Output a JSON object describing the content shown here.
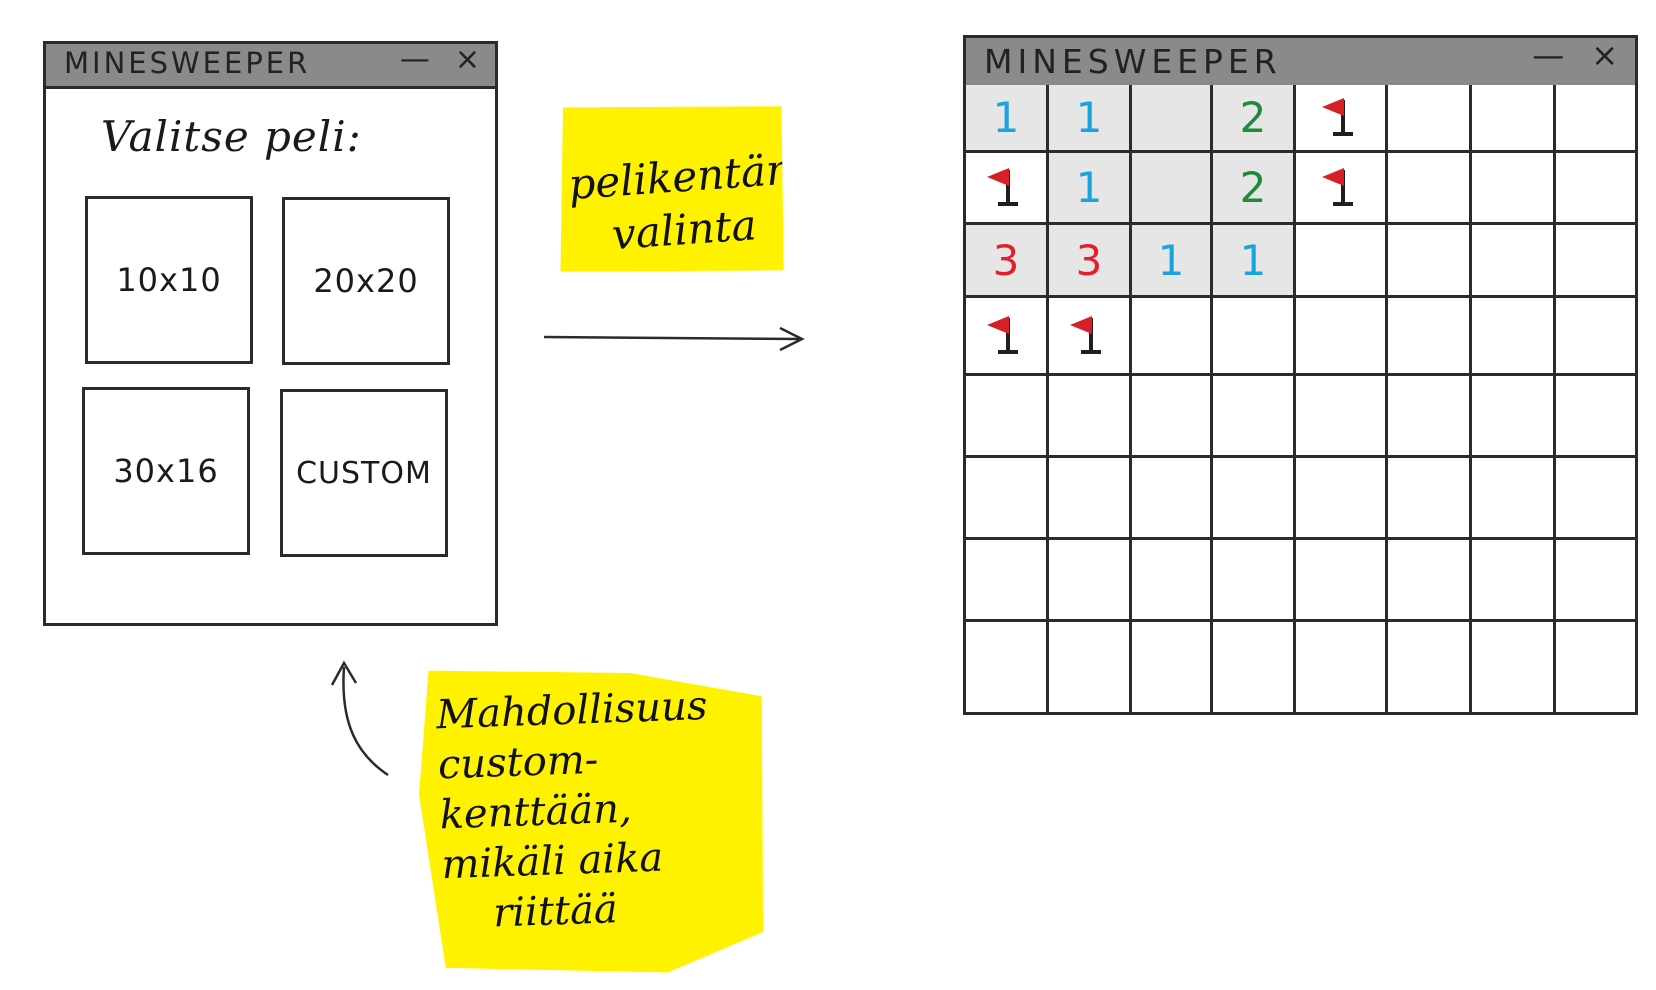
{
  "left_window": {
    "title": "MINESWEEPER",
    "minimize_glyph": "—",
    "close_glyph": "×",
    "prompt": "Valitse peli:",
    "choices": [
      "10x10",
      "20x20",
      "30x16",
      "CUSTOM"
    ]
  },
  "right_window": {
    "title": "MINESWEEPER",
    "minimize_glyph": "—",
    "close_glyph": "×",
    "board": {
      "rows": [
        [
          {
            "v": "1",
            "color": "#1aa3dd",
            "revealed": true
          },
          {
            "v": "1",
            "color": "#1aa3dd",
            "revealed": true
          },
          {
            "v": "",
            "revealed": true
          },
          {
            "v": "2",
            "color": "#1e8a3a",
            "revealed": true
          },
          {
            "flag": true
          },
          {},
          {},
          {}
        ],
        [
          {
            "flag": true
          },
          {
            "v": "1",
            "color": "#1aa3dd",
            "revealed": true
          },
          {
            "v": "",
            "revealed": true
          },
          {
            "v": "2",
            "color": "#1e8a3a",
            "revealed": true
          },
          {
            "flag": true
          },
          {},
          {},
          {}
        ],
        [
          {
            "v": "3",
            "color": "#e21f2b",
            "revealed": true
          },
          {
            "v": "3",
            "color": "#e21f2b",
            "revealed": true
          },
          {
            "v": "1",
            "color": "#1aa3dd",
            "revealed": true
          },
          {
            "v": "1",
            "color": "#1aa3dd",
            "revealed": true
          },
          {},
          {},
          {},
          {}
        ],
        [
          {
            "flag": true
          },
          {
            "flag": true
          },
          {},
          {},
          {},
          {},
          {},
          {}
        ],
        [
          {},
          {},
          {},
          {},
          {},
          {},
          {},
          {}
        ],
        [
          {},
          {},
          {},
          {},
          {},
          {},
          {},
          {}
        ],
        [
          {},
          {},
          {},
          {},
          {},
          {},
          {},
          {}
        ],
        [
          {},
          {},
          {},
          {},
          {},
          {},
          {},
          {}
        ]
      ]
    },
    "flag_color": "#d91f26"
  },
  "notes": {
    "top": [
      "pelikentän",
      "valinta"
    ],
    "bottom": [
      "Mahdollisuus",
      "custom-kenttään,",
      "mikäli aika",
      "riittää"
    ]
  },
  "highlight_color": "#fff200"
}
